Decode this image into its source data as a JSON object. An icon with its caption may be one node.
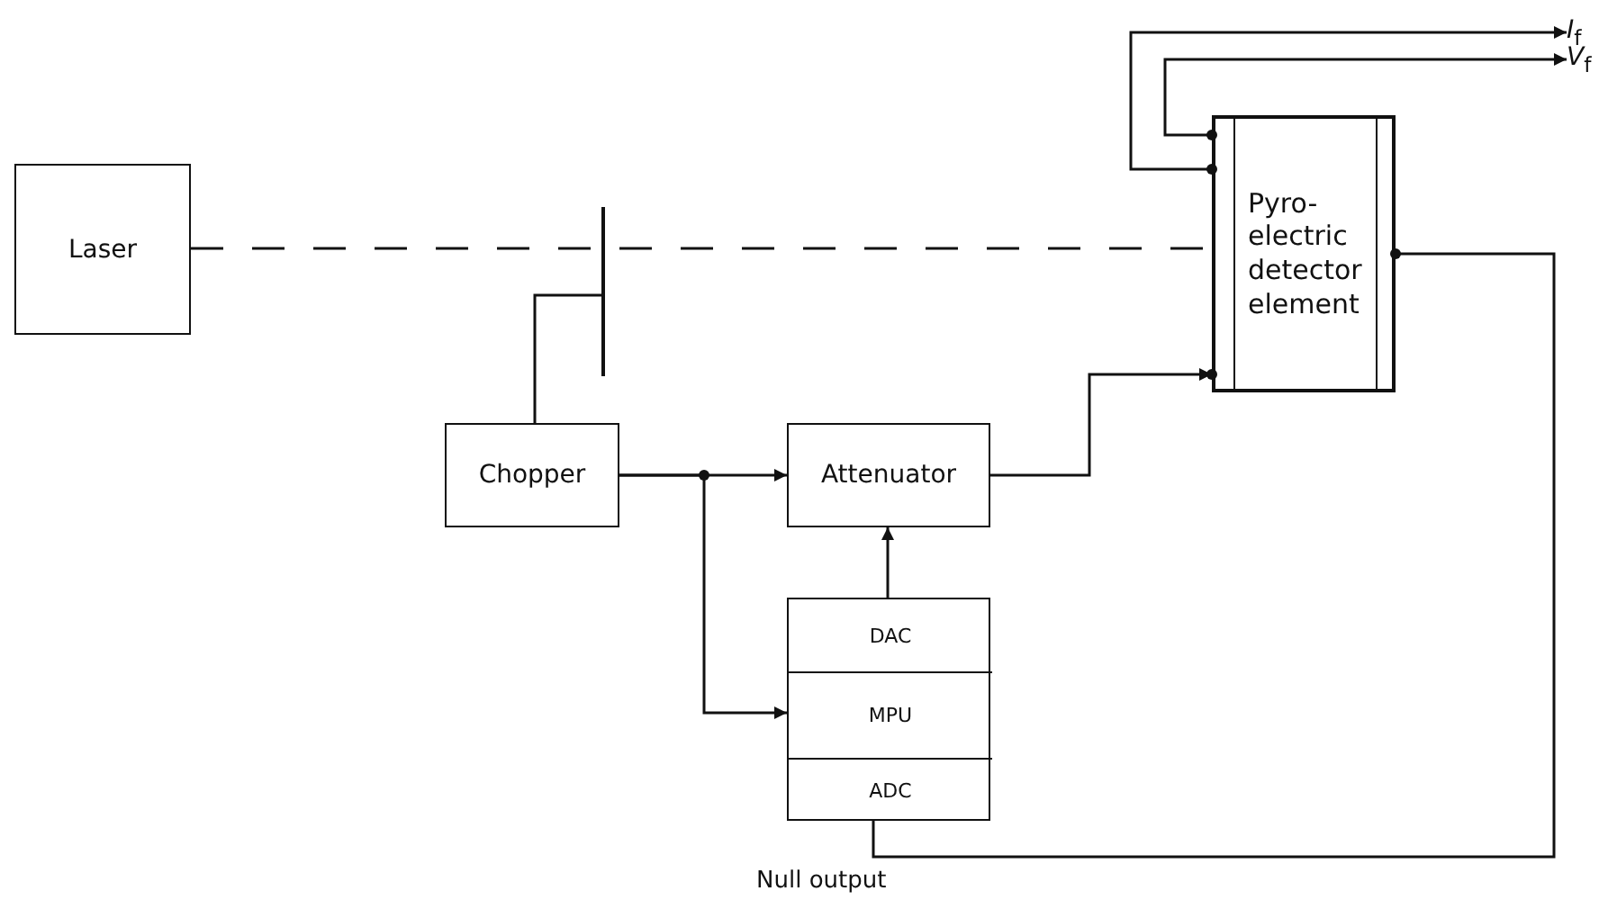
{
  "diagram": {
    "nodes": [
      {
        "text": [
          "Laser"
        ]
      },
      {
        "text": [],
        "shape": "bar"
      },
      {
        "text": [
          "Chopper"
        ]
      },
      {
        "text": [
          "Attenuator"
        ]
      },
      {
        "text": [
          "Pyro- electric detector element"
        ]
      },
      {
        "text": [],
        "shape": "box"
      },
      {
        "text": [
          "DAC"
        ],
        "in": 5
      },
      {
        "text": [
          "MPU"
        ],
        "in": 5
      },
      {
        "text": [
          "ADC"
        ],
        "in": 5
      },
      {
        "text": [
          "*I*$_{f}$"
        ]
      },
      {
        "text": [
          "*V*$_{f}$"
        ]
      }
    ],
    "edges": [
      {
        "from": 0,
        "to": 4,
        "arrow": "none",
        "style": "dashed"
      },
      {
        "from": 2,
        "to": 1,
        "arrow": "none"
      },
      {
        "from": 2,
        "to": 3,
        "arrow": "to"
      },
      {
        "from": 2,
        "to": 7,
        "arrow": "to"
      },
      {
        "from": 3,
        "to": 4,
        "arrow": "to"
      },
      {
        "from": 6,
        "to": 3,
        "arrow": "to"
      },
      {
        "from": 4,
        "to": 8,
        "arrow": "other",
        "label": "Null output"
      },
      {
        "from": 4,
        "to": 9,
        "arrow": "to"
      },
      {
        "from": 4,
        "to": 10,
        "arrow": "to"
      }
    ]
  }
}
